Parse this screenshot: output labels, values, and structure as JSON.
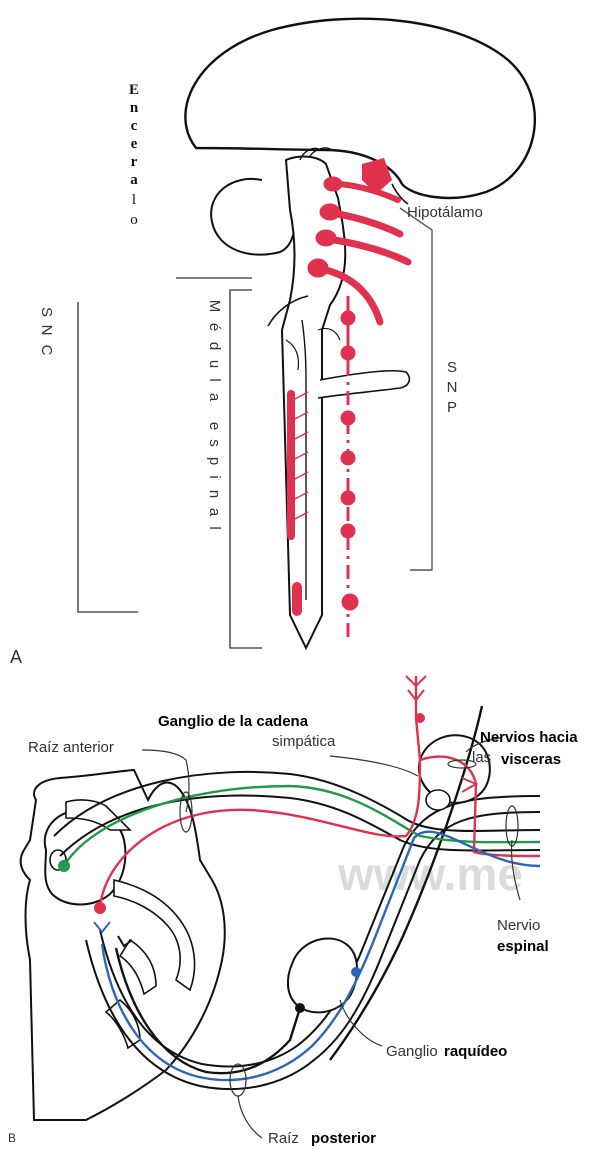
{
  "colors": {
    "sympathetic_red": "#e0314f",
    "somatic_green": "#1e9a48",
    "sensory_blue": "#2d66b8",
    "outline": "#111111"
  },
  "panel_a": {
    "letter": "A",
    "encefalo_letters": [
      "E",
      "n",
      "c",
      "e",
      "r",
      "a",
      "l",
      "o"
    ],
    "hipotalamo": "Hipotálamo",
    "snc_letters": [
      "S",
      "N",
      "C"
    ],
    "medula_letters": [
      "M",
      "é",
      "d",
      "u",
      "l",
      "a",
      "e",
      "s",
      "p",
      "i",
      "n",
      "a",
      "l"
    ],
    "snp_letters": [
      "S",
      "N",
      "P"
    ]
  },
  "panel_b": {
    "letter": "B",
    "ganglio_cadena_line1": "Ganglio de la cadena",
    "ganglio_cadena_line2": "simpática",
    "raiz_anterior": "Raíz anterior",
    "nervios_visceras_line1": "Nervios hacia",
    "nervios_visceras_las": "las",
    "nervios_visceras_line2": "visceras",
    "watermark": "www.me",
    "nervio_espinal_line1": "Nervio",
    "nervio_espinal_line2": "espinal",
    "ganglio_raquideo_a": "Ganglio",
    "ganglio_raquideo_b": "raquídeo",
    "raiz_posterior_a": "Raíz",
    "raiz_posterior_b": "posterior"
  }
}
